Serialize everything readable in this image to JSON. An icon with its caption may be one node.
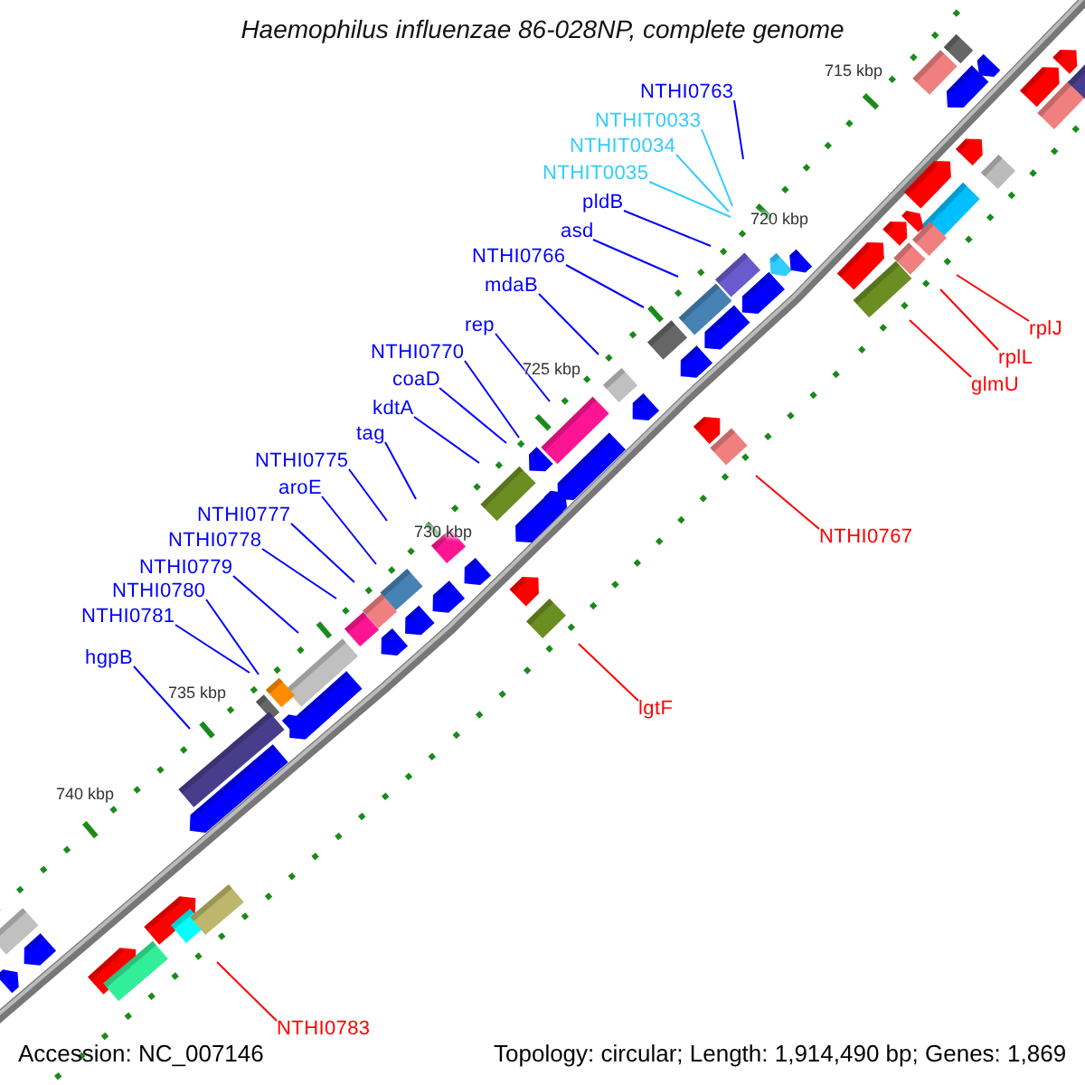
{
  "diagram": {
    "title": "Haemophilus influenzae 86-028NP, complete genome",
    "nodes": [
      {
        "text": [
          "NTHI0763"
        ]
      },
      {
        "text": [
          "NTHIT0033"
        ]
      },
      {
        "text": [
          "NTHIT0034"
        ]
      },
      {
        "text": [
          "NTHIT0035"
        ]
      },
      {
        "text": [
          "pldB"
        ]
      },
      {
        "text": [
          "asd"
        ]
      },
      {
        "text": [
          "NTHI0766"
        ]
      },
      {
        "text": [
          "mdaB"
        ]
      },
      {
        "text": [
          "rep"
        ]
      },
      {
        "text": [
          "NTHI0770"
        ]
      },
      {
        "text": [
          "coaD"
        ]
      },
      {
        "text": [
          "kdtA"
        ]
      },
      {
        "text": [
          "tag"
        ]
      },
      {
        "text": [
          "NTHI0775"
        ]
      },
      {
        "text": [
          "aroE"
        ]
      },
      {
        "text": [
          "NTHI0777"
        ]
      },
      {
        "text": [
          "NTHI0778"
        ]
      },
      {
        "text": [
          "NTHI0779"
        ]
      },
      {
        "text": [
          "NTHI0780"
        ]
      },
      {
        "text": [
          "NTHI0781"
        ]
      },
      {
        "text": [
          "hgpB"
        ]
      },
      {
        "text": [
          "rplJ"
        ]
      },
      {
        "text": [
          "rplL"
        ]
      },
      {
        "text": [
          "glmU"
        ]
      },
      {
        "text": [
          "NTHI0767"
        ]
      },
      {
        "text": [
          "lgtF"
        ]
      },
      {
        "text": [
          "NTHI0783"
        ]
      }
    ],
    "edges": [
      {
        "from": 0,
        "to": null,
        "arrow": "none"
      },
      {
        "from": 1,
        "to": null,
        "arrow": "none",
        "color": "#33ccff"
      },
      {
        "from": 2,
        "to": null,
        "arrow": "none",
        "color": "#33ccff"
      },
      {
        "from": 3,
        "to": null,
        "arrow": "none",
        "color": "#33ccff"
      },
      {
        "from": 4,
        "to": null,
        "arrow": "none"
      },
      {
        "from": 5,
        "to": null,
        "arrow": "none"
      },
      {
        "from": 6,
        "to": null,
        "arrow": "none"
      },
      {
        "from": 7,
        "to": null,
        "arrow": "none"
      },
      {
        "from": 8,
        "to": null,
        "arrow": "none"
      },
      {
        "from": 9,
        "to": null,
        "arrow": "none"
      },
      {
        "from": 10,
        "to": null,
        "arrow": "none"
      },
      {
        "from": 11,
        "to": null,
        "arrow": "none"
      },
      {
        "from": 12,
        "to": null,
        "arrow": "none"
      },
      {
        "from": 13,
        "to": null,
        "arrow": "none"
      },
      {
        "from": 14,
        "to": null,
        "arrow": "none"
      },
      {
        "from": 15,
        "to": null,
        "arrow": "none"
      },
      {
        "from": 16,
        "to": null,
        "arrow": "none"
      },
      {
        "from": 17,
        "to": null,
        "arrow": "none"
      },
      {
        "from": 18,
        "to": null,
        "arrow": "none"
      },
      {
        "from": 19,
        "to": null,
        "arrow": "none"
      },
      {
        "from": 20,
        "to": null,
        "arrow": "none"
      },
      {
        "from": 21,
        "to": null,
        "arrow": "none",
        "color": "#ff0000"
      },
      {
        "from": 22,
        "to": null,
        "arrow": "none",
        "color": "#ff0000"
      },
      {
        "from": 23,
        "to": null,
        "arrow": "none",
        "color": "#ff0000"
      },
      {
        "from": 24,
        "to": null,
        "arrow": "none",
        "color": "#ff0000"
      },
      {
        "from": 25,
        "to": null,
        "arrow": "none",
        "color": "#ff0000"
      },
      {
        "from": 26,
        "to": null,
        "arrow": "none",
        "color": "#ff0000"
      }
    ],
    "labels": [
      "715 kbp",
      "720 kbp",
      "725 kbp",
      "730 kbp",
      "735 kbp",
      "740 kbp",
      "Accession: NC_007146",
      "Topology: circular; Length: 1,914,490 bp; Genes: 1,869"
    ]
  }
}
